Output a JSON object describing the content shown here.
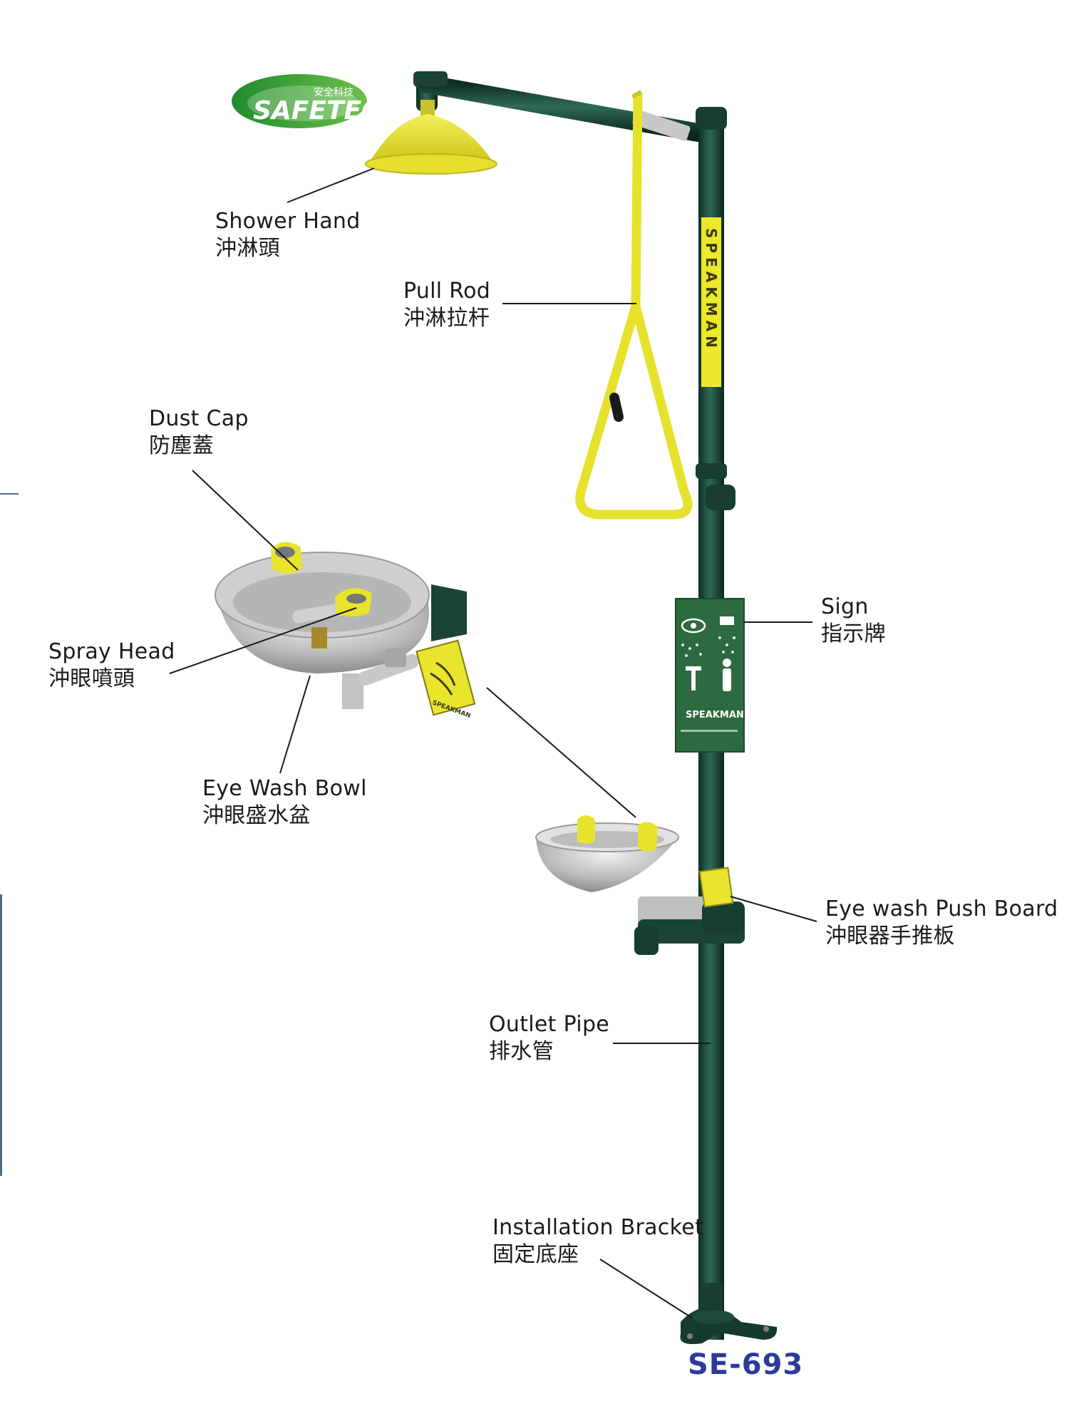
{
  "logo": {
    "brand": "SAFETECH",
    "brand_cn": "安全科技"
  },
  "product": {
    "model": "SE-693"
  },
  "brand_marks": {
    "pipe_label": "SPEAKMAN",
    "sign_brand": "SPEAKMAN",
    "push_board_brand": "SPEAKMAN"
  },
  "callouts": [
    {
      "id": "shower-hand",
      "en": "Shower Hand",
      "cn": "沖淋頭"
    },
    {
      "id": "pull-rod",
      "en": "Pull Rod",
      "cn": "沖淋拉杆"
    },
    {
      "id": "dust-cap",
      "en": "Dust Cap",
      "cn": "防塵蓋"
    },
    {
      "id": "spray-head",
      "en": "Spray Head",
      "cn": "沖眼噴頭"
    },
    {
      "id": "eye-wash-bowl",
      "en": "Eye Wash Bowl",
      "cn": "沖眼盛水盆"
    },
    {
      "id": "sign",
      "en": "Sign",
      "cn": "指示牌"
    },
    {
      "id": "push-board",
      "en": "Eye wash Push Board",
      "cn": "沖眼器手推板"
    },
    {
      "id": "outlet-pipe",
      "en": "Outlet Pipe",
      "cn": "排水管"
    },
    {
      "id": "install-bracket",
      "en": "Installation Bracket",
      "cn": "固定底座"
    }
  ],
  "colors": {
    "pipe": "#1f4a3c",
    "yellow": "#e8e82a",
    "steel": "#c9c9c9",
    "model_text": "#2b3a9b",
    "logo_green": "#2e9b3a"
  }
}
